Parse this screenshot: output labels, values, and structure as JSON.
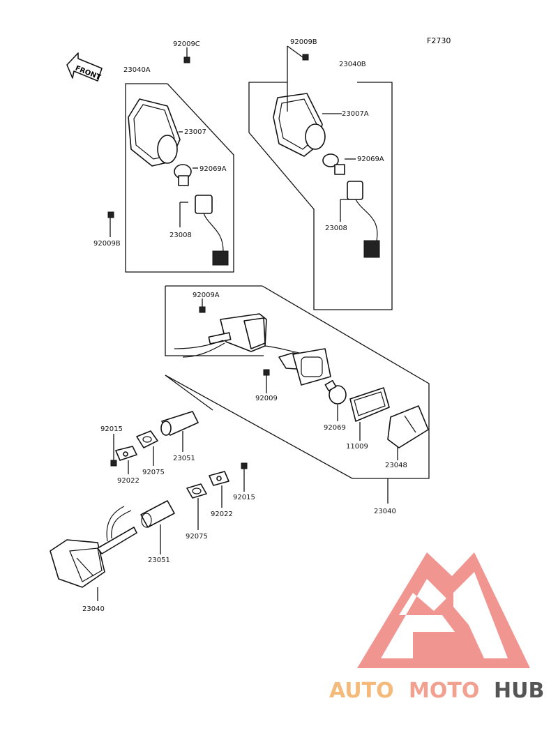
{
  "figure_code": "F2730",
  "direction": "FRONT",
  "brand": {
    "part1": "AUTO",
    "part2": "MOTO",
    "part3": "HUB",
    "color1": "#f5b97a",
    "color2": "#f2a090",
    "color3": "#555555",
    "logo_color": "#f08a84"
  },
  "labels": {
    "l_92009C": "92009C",
    "l_23040A": "23040A",
    "l_23007": "23007",
    "l_92069A_left": "92069A",
    "l_92009B_left": "92009B",
    "l_23008_left": "23008",
    "l_92009B_right": "92009B",
    "l_23040B": "23040B",
    "l_23007A": "23007A",
    "l_92069A_right": "92069A",
    "l_23008_right": "23008",
    "l_92009A": "92009A",
    "l_92009": "92009",
    "l_92069": "92069",
    "l_11009": "11009",
    "l_23048": "23048",
    "l_23040_mid": "23040",
    "l_92015_left": "92015",
    "l_92022_left": "92022",
    "l_92075_left": "92075",
    "l_23051_top": "23051",
    "l_92015_right": "92015",
    "l_92022_right": "92022",
    "l_92075_right": "92075",
    "l_23051_bottom": "23051",
    "l_23040_bottom": "23040"
  }
}
